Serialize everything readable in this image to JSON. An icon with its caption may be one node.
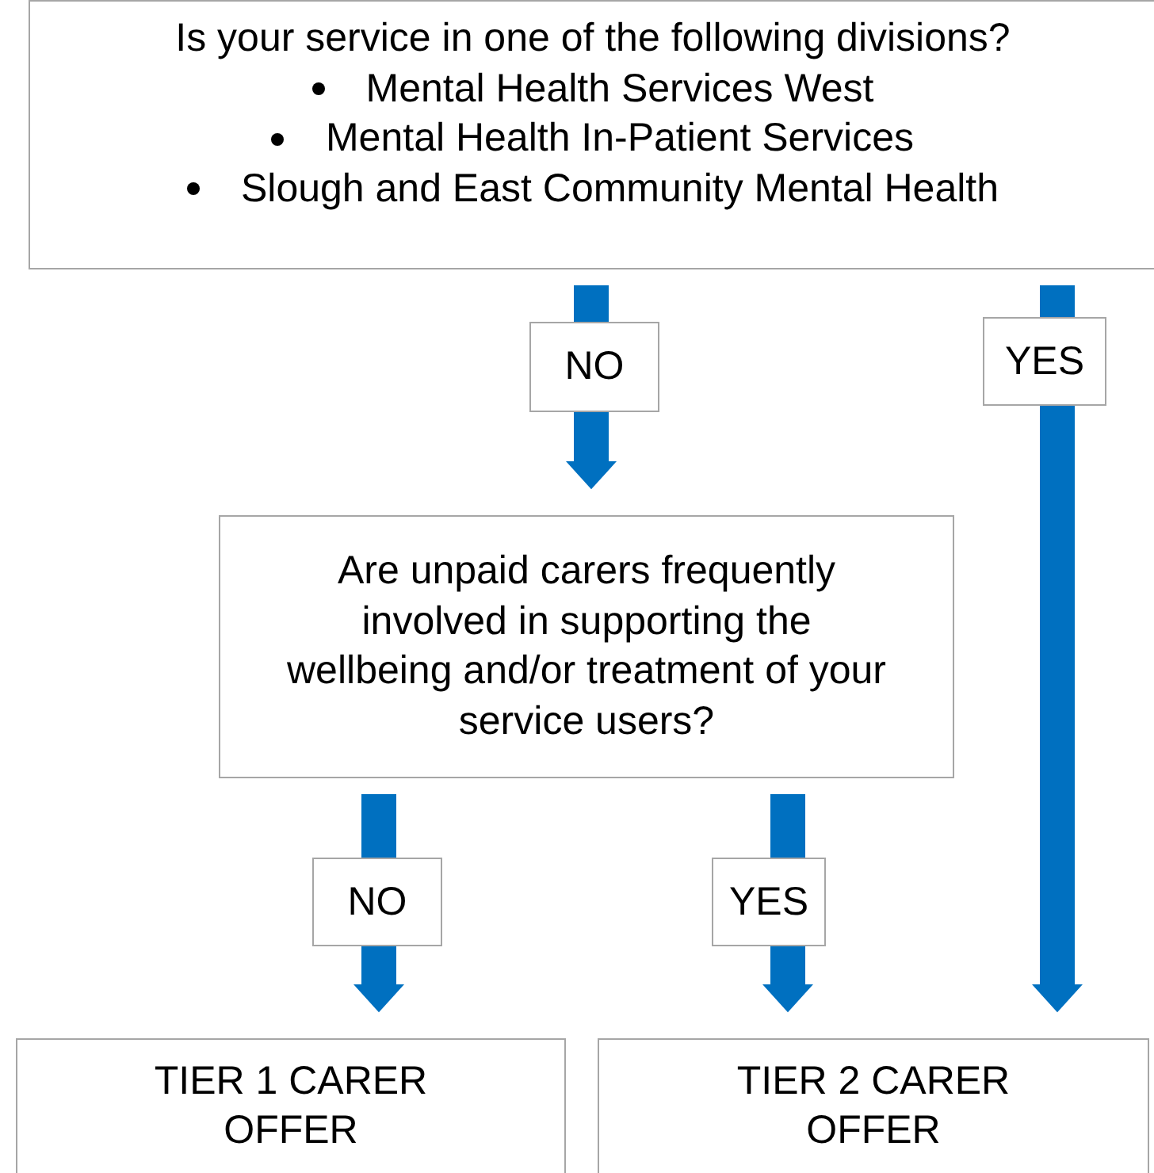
{
  "diagram": {
    "nodes": [
      {
        "text": [
          "Is your service in one of the following divisions?",
          "Mental Health Services West",
          "Mental Health In-Patient Services",
          "Slough and East Community Mental Health"
        ]
      },
      {
        "text": [
          "Are unpaid carers frequently involved in supporting the wellbeing and/or treatment of your service users?"
        ]
      },
      {
        "text": [
          "TIER 1 CARER OFFER"
        ]
      },
      {
        "text": [
          "TIER 2 CARER OFFER"
        ]
      }
    ],
    "edges": [
      {
        "from": 0,
        "to": 1,
        "arrow": "to",
        "label": "NO"
      },
      {
        "from": 0,
        "to": 3,
        "arrow": "to",
        "label": "YES"
      },
      {
        "from": 1,
        "to": 2,
        "arrow": "to",
        "label": "NO"
      },
      {
        "from": 1,
        "to": 3,
        "arrow": "to",
        "label": "YES"
      }
    ]
  }
}
